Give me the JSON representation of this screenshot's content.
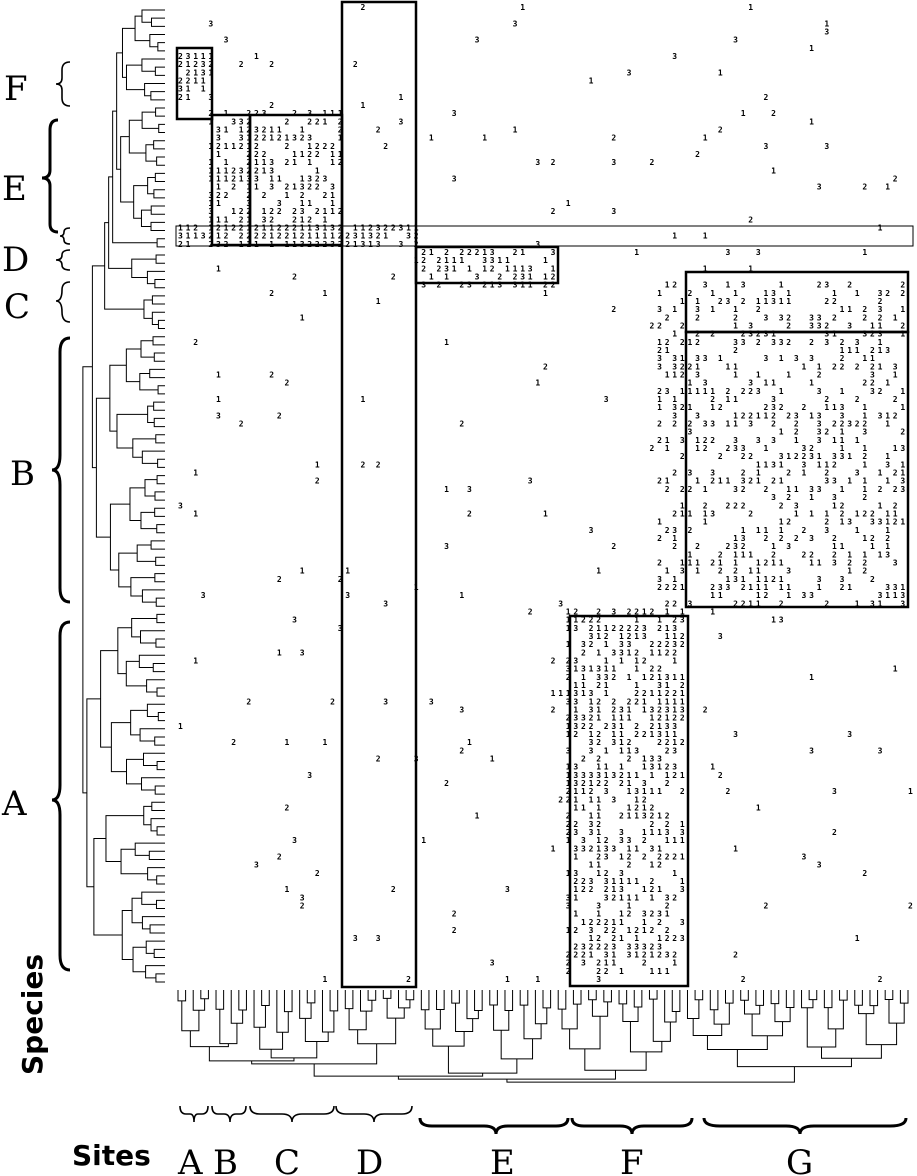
{
  "axes": {
    "species_label": "Species",
    "sites_label": "Sites"
  },
  "species_groups": [
    {
      "id": "F",
      "label": "F"
    },
    {
      "id": "E",
      "label": "E"
    },
    {
      "id": "D",
      "label": "D"
    },
    {
      "id": "C",
      "label": "C"
    },
    {
      "id": "B",
      "label": "B"
    },
    {
      "id": "A",
      "label": "A"
    }
  ],
  "site_groups": [
    {
      "id": "A",
      "label": "A"
    },
    {
      "id": "B",
      "label": "B"
    },
    {
      "id": "C",
      "label": "C"
    },
    {
      "id": "D",
      "label": "D"
    },
    {
      "id": "E",
      "label": "E"
    },
    {
      "id": "F",
      "label": "F"
    },
    {
      "id": "G",
      "label": "G"
    }
  ],
  "abundance_codes": [
    "1",
    "2",
    "3"
  ]
}
